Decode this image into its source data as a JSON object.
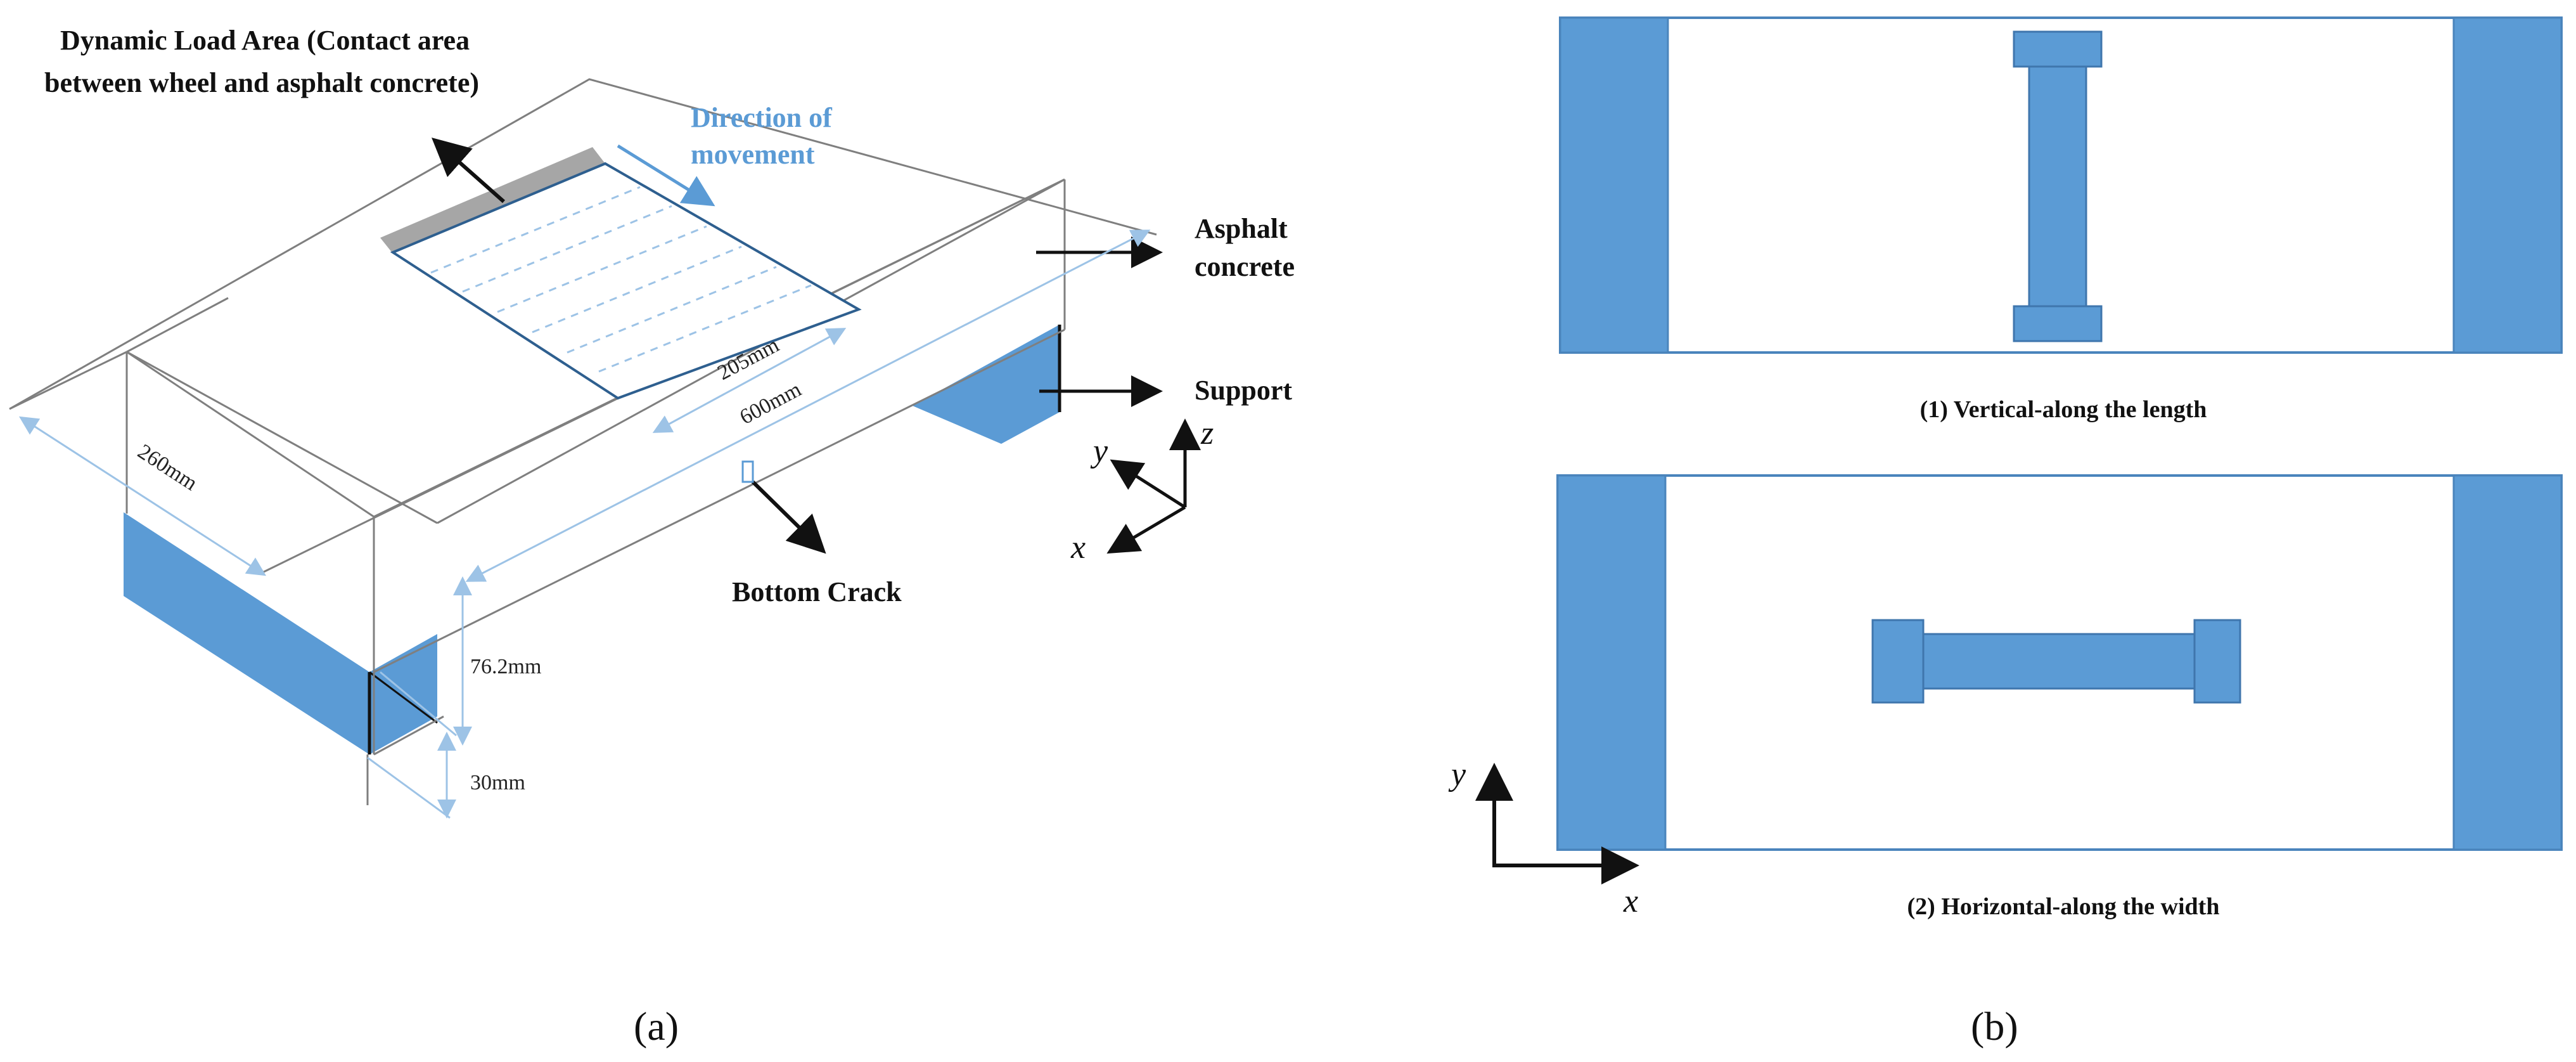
{
  "colors": {
    "blue": "#5b9bd5",
    "blue_dark": "#4a84bc",
    "grey": "#a6a6a6",
    "line": "#7f7f7f",
    "text": "#111111",
    "dim_line": "#9dc3e6"
  },
  "panel_a": {
    "label": "(a)",
    "load_area_label_1": "Dynamic Load Area (Contact area",
    "load_area_label_2": "between wheel and asphalt concrete)",
    "direction_label_1": "Direction of",
    "direction_label_2": "movement",
    "asphalt_label_1": "Asphalt",
    "asphalt_label_2": "concrete",
    "support_label": "Support",
    "crack_label": "Bottom Crack",
    "dim_205": "205mm",
    "dim_600": "600mm",
    "dim_260": "260mm",
    "dim_762": "76.2mm",
    "dim_30": "30mm",
    "axes": {
      "x": "x",
      "y": "y",
      "z": "z"
    }
  },
  "panel_b": {
    "label": "(b)",
    "caption_1": "(1) Vertical-along the length",
    "caption_2": "(2) Horizontal-along the width",
    "axes": {
      "x": "x",
      "y": "y"
    }
  }
}
